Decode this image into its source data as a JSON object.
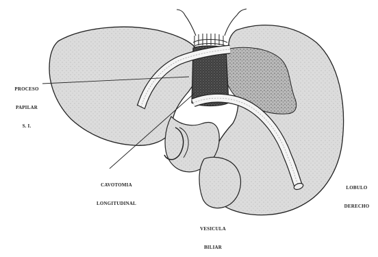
{
  "labels": {
    "papillary_process": [
      "PROCESO",
      "PAPILAR",
      "S. I."
    ],
    "longitudinal_cavotomy": [
      "CAVOTOMIA",
      "LONGITUDINAL"
    ],
    "right_lobe": [
      "LOBULO",
      "DERECHO"
    ],
    "gallbladder": [
      "VESICULA",
      "BILIAR"
    ]
  },
  "colors": {
    "liver_fill": "#dcdcdc",
    "outline": "#222222",
    "cava_dark": "#4a4a4a",
    "tube_fill": "#f4f4f4"
  }
}
